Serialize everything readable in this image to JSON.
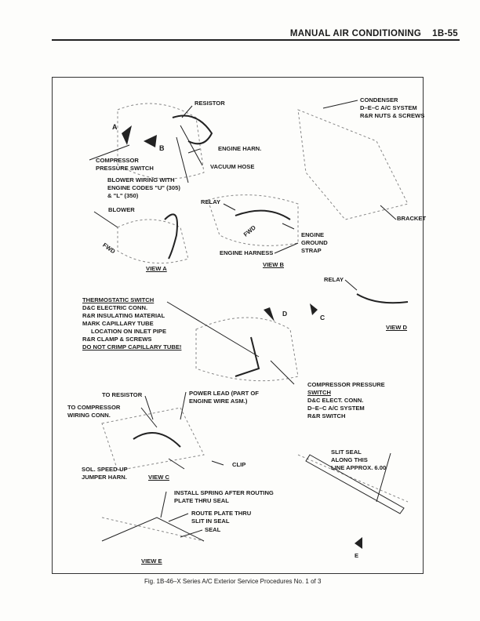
{
  "header": {
    "section": "MANUAL AIR CONDITIONING",
    "page": "1B-55"
  },
  "labels": {
    "resistor": "RESISTOR",
    "a": "A",
    "b": "B",
    "engine_harn": "ENGINE HARN.",
    "comp_sw1": "COMPRESSOR",
    "comp_sw2": "PRESSURE SWITCH",
    "vacuum": "VACUUM HOSE",
    "blower_w1": "BLOWER WIRING WITH",
    "blower_w2": "ENGINE CODES \"U\" (305)",
    "blower_w3": "& \"L\" (350)",
    "blower": "BLOWER",
    "fwd_a": "FWD",
    "view_a": "VIEW A",
    "relay_b": "RELAY",
    "fwd_b": "FWD",
    "eng_harness": "ENGINE HARNESS",
    "ground1": "ENGINE",
    "ground2": "GROUND",
    "ground3": "STRAP",
    "view_b": "VIEW B",
    "condenser1": "CONDENSER",
    "condenser2": "D–E–C A/C SYSTEM",
    "condenser3": "R&R NUTS & SCREWS",
    "bracket": "BRACKET",
    "relay_d": "RELAY",
    "view_d": "VIEW D",
    "c": "C",
    "d": "D",
    "thermo1": "THERMOSTATIC SWITCH",
    "thermo2": "D&C ELECTRIC CONN.",
    "thermo3": "R&R INSULATING MATERIAL",
    "thermo4": "MARK CAPILLARY TUBE",
    "thermo5": "LOCATION ON INLET PIPE",
    "thermo6": "R&R CLAMP & SCREWS",
    "thermo7": "DO NOT CRIMP CAPILLARY TUBE!",
    "cps1": "COMPRESSOR PRESSURE",
    "cps2": "SWITCH",
    "cps3": "D&C ELECT. CONN.",
    "cps4": "D–E–C A/C SYSTEM",
    "cps5": "R&R SWITCH",
    "to_resistor": "TO RESISTOR",
    "to_comp1": "TO COMPRESSOR",
    "to_comp2": "WIRING CONN.",
    "power1": "POWER LEAD (PART OF",
    "power2": "ENGINE WIRE ASM.)",
    "sol1": "SOL. SPEED-UP",
    "sol2": "JUMPER HARN.",
    "clip": "CLIP",
    "view_c": "VIEW C",
    "slit1": "SLIT SEAL",
    "slit2": "ALONG THIS",
    "slit3": "LINE APPROX. 6.00",
    "install1": "INSTALL SPRING AFTER ROUTING",
    "install2": "PLATE THRU SEAL",
    "route1": "ROUTE PLATE THRU",
    "route2": "SLIT IN SEAL",
    "seal": "SEAL",
    "view_e": "VIEW E",
    "e": "E"
  },
  "caption": "Fig. 1B-46–X Series A/C Exterior Service Procedures No. 1 of 3"
}
